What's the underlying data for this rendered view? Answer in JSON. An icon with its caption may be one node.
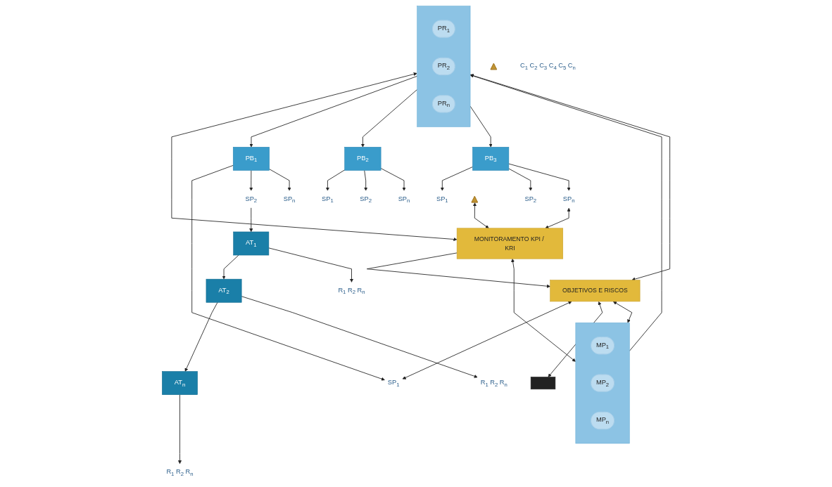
{
  "diagram": {
    "nodes": [
      {
        "text": [
          "OBJETIVOS E RISCOS"
        ]
      },
      {
        "text": [
          "MONITORAMENTO KPI / KRI"
        ]
      },
      {
        "text": [],
        "shape": "box"
      },
      {
        "text": [
          "MP$_{1}$"
        ],
        "in": 2
      },
      {
        "text": [
          "MP$_{2}$"
        ],
        "in": 2
      },
      {
        "text": [
          "MP$_{n}$"
        ],
        "in": 2
      },
      {
        "text": [],
        "shape": "box"
      },
      {
        "text": [
          "PR$_{1}$"
        ],
        "in": 6
      },
      {
        "text": [
          "PR$_{2}$"
        ],
        "in": 6
      },
      {
        "text": [
          "PR$_{n}$"
        ],
        "in": 6
      },
      {
        "text": [
          "PB$_{1}$"
        ]
      },
      {
        "text": [
          "PB$_{2}$"
        ]
      },
      {
        "text": [
          "PB$_{3}$"
        ]
      },
      {
        "text": [
          "SP$_{1}$"
        ]
      },
      {
        "text": [
          "SP$_{2}$"
        ]
      },
      {
        "text": [
          "SP$_{n}$"
        ]
      },
      {
        "text": [
          "SP$_{1}$"
        ]
      },
      {
        "text": [
          "SP$_{2}$"
        ]
      },
      {
        "text": [
          "SP$_{n}$"
        ]
      },
      {
        "text": [
          "SP$_{1}$"
        ]
      },
      {
        "text": [
          "SP$_{2}$"
        ]
      },
      {
        "text": [
          "SP$_{n}$"
        ]
      },
      {
        "text": [],
        "shape": "bar"
      },
      {
        "text": [
          "AT$_{1}$"
        ]
      },
      {
        "text": [
          "AT$_{2}$"
        ]
      },
      {
        "text": [
          "AT$_{n}$"
        ]
      },
      {
        "text": [
          "R$_{1}$ R$_{2}$ R$_{n}$"
        ]
      },
      {
        "text": [
          "R$_{1}$ R$_{2}$ R$_{n}$"
        ]
      },
      {
        "text": [
          "R$_{1}$ R$_{2}$ R$_{n}$"
        ]
      },
      {
        "text": [],
        "shape": "triangle"
      },
      {
        "text": [
          "C$_{1}$ C$_{2}$ C$_{3}$ C$_{4}$ C$_{5}$ C$_{n}$"
        ]
      },
      {
        "text": [],
        "shape": "triangle"
      }
    ],
    "edges": [
      {
        "from": 1,
        "to": 0,
        "arrow": "to"
      },
      {
        "from": 0,
        "to": 2,
        "arrow": "both"
      },
      {
        "from": 2,
        "to": 1,
        "arrow": "both"
      },
      {
        "from": 2,
        "to": 6,
        "arrow": "to"
      },
      {
        "from": 0,
        "to": 6,
        "arrow": "both"
      },
      {
        "from": 6,
        "to": 1,
        "arrow": "both"
      },
      {
        "from": 6,
        "to": 10,
        "arrow": "to"
      },
      {
        "from": 6,
        "to": 11,
        "arrow": "to"
      },
      {
        "from": 6,
        "to": 12,
        "arrow": "to"
      },
      {
        "from": 10,
        "to": 13,
        "arrow": "to"
      },
      {
        "from": 10,
        "to": 14,
        "arrow": "to"
      },
      {
        "from": 10,
        "to": 15,
        "arrow": "to"
      },
      {
        "from": 11,
        "to": 16,
        "arrow": "to"
      },
      {
        "from": 11,
        "to": 17,
        "arrow": "to"
      },
      {
        "from": 11,
        "to": 18,
        "arrow": "to"
      },
      {
        "from": 12,
        "to": 19,
        "arrow": "to"
      },
      {
        "from": 12,
        "to": 20,
        "arrow": "to"
      },
      {
        "from": 12,
        "to": 21,
        "arrow": "to"
      },
      {
        "from": 0,
        "to": 13,
        "arrow": "both"
      },
      {
        "from": 21,
        "to": 1,
        "arrow": "both"
      },
      {
        "from": 14,
        "to": 23,
        "arrow": "to"
      },
      {
        "from": 0,
        "to": 22,
        "arrow": "both"
      },
      {
        "from": 23,
        "to": 24,
        "arrow": "to"
      },
      {
        "from": 24,
        "to": 25,
        "arrow": "to"
      },
      {
        "from": 23,
        "to": 26,
        "arrow": "to"
      },
      {
        "from": 24,
        "to": 27,
        "arrow": "to"
      },
      {
        "from": 25,
        "to": 28,
        "arrow": "to"
      },
      {
        "from": 31,
        "to": 1,
        "arrow": "both"
      }
    ]
  }
}
